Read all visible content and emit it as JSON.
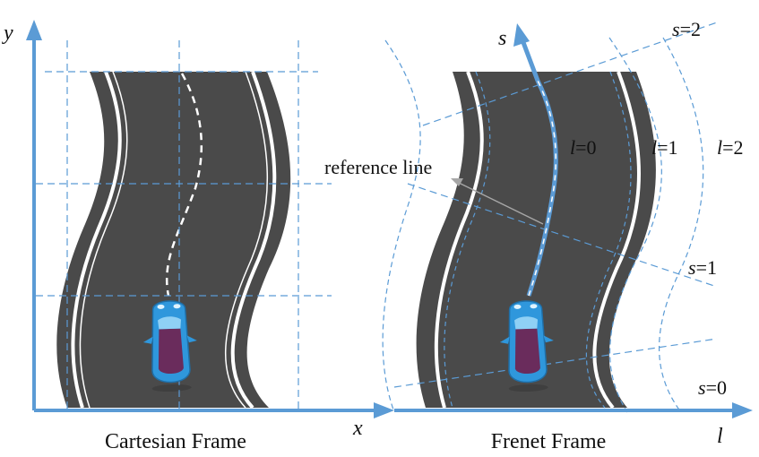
{
  "colors": {
    "road": "#4a4a4a",
    "lane_mark": "#ffffff",
    "axis": "#5b9bd5",
    "grid": "#5b9bd5",
    "car_body": "#2f97dc",
    "car_roof": "#6a2c5c",
    "ref_arrow": "#a6a6a6",
    "text": "#111111"
  },
  "cartesian": {
    "caption": "Cartesian Frame",
    "x_axis_label": "x",
    "y_axis_label": "y"
  },
  "frenet": {
    "caption": "Frenet Frame",
    "s_axis_label": "s",
    "l_axis_label": "l",
    "reference_line_label": "reference line",
    "l_labels": [
      {
        "var": "l",
        "eq": "=0"
      },
      {
        "var": "l",
        "eq": "=1"
      },
      {
        "var": "l",
        "eq": "=2"
      }
    ],
    "s_labels": [
      {
        "var": "s",
        "eq": "=0"
      },
      {
        "var": "s",
        "eq": "=1"
      },
      {
        "var": "s",
        "eq": "=2"
      }
    ]
  }
}
